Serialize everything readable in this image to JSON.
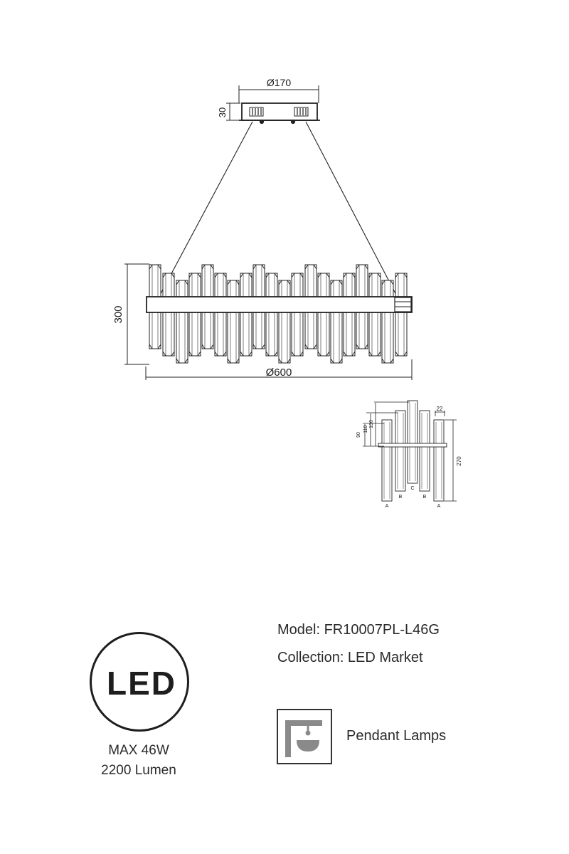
{
  "drawing": {
    "canopy_diameter": "Ø170",
    "canopy_height": "30",
    "body_height": "300",
    "body_diameter": "Ø600",
    "detail": {
      "top_width": "22",
      "offset_90": "90",
      "offset_110": "110",
      "offset_130": "130",
      "crystal_length": "270",
      "crystal_labels": [
        "A",
        "B",
        "C",
        "B",
        "A"
      ]
    }
  },
  "badge": {
    "text": "LED",
    "power": "MAX 46W",
    "lumen": "2200 Lumen"
  },
  "specs": {
    "model": "Model: FR10007PL-L46G",
    "collection": "Collection: LED Market"
  },
  "category": {
    "label": "Pendant Lamps",
    "icon": "pendant-lamp-icon"
  },
  "colors": {
    "line": "#222222",
    "icon_gray": "#8a8a8a"
  }
}
